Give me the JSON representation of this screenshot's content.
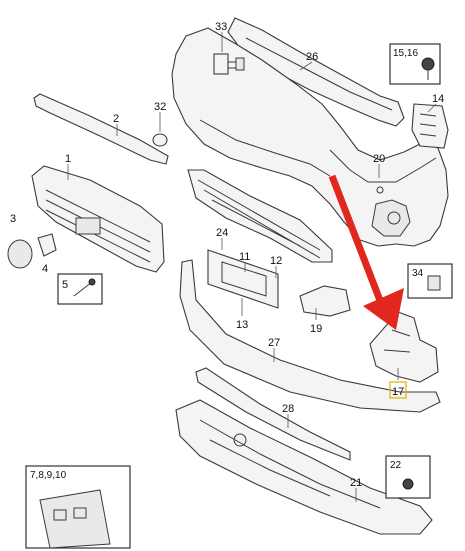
{
  "callouts": {
    "c1": "1",
    "c2": "2",
    "c3": "3",
    "c4": "4",
    "c5": "5",
    "c11": "11",
    "c12": "12",
    "c13": "13",
    "c14": "14",
    "c15_16": "15,16",
    "c17": "17",
    "c19": "19",
    "c20": "20",
    "c21": "21",
    "c22": "22",
    "c24": "24",
    "c26": "26",
    "c27": "27",
    "c28": "28",
    "c32": "32",
    "c33": "33",
    "c34": "34",
    "c7_8_9_10": "7,8,9,10"
  },
  "colors": {
    "arrow": "#e0281e",
    "highlight_box": "#e0b000",
    "line": "#3a3a3a",
    "part_fill": "#f4f4f4"
  },
  "highlighted_part": "17"
}
